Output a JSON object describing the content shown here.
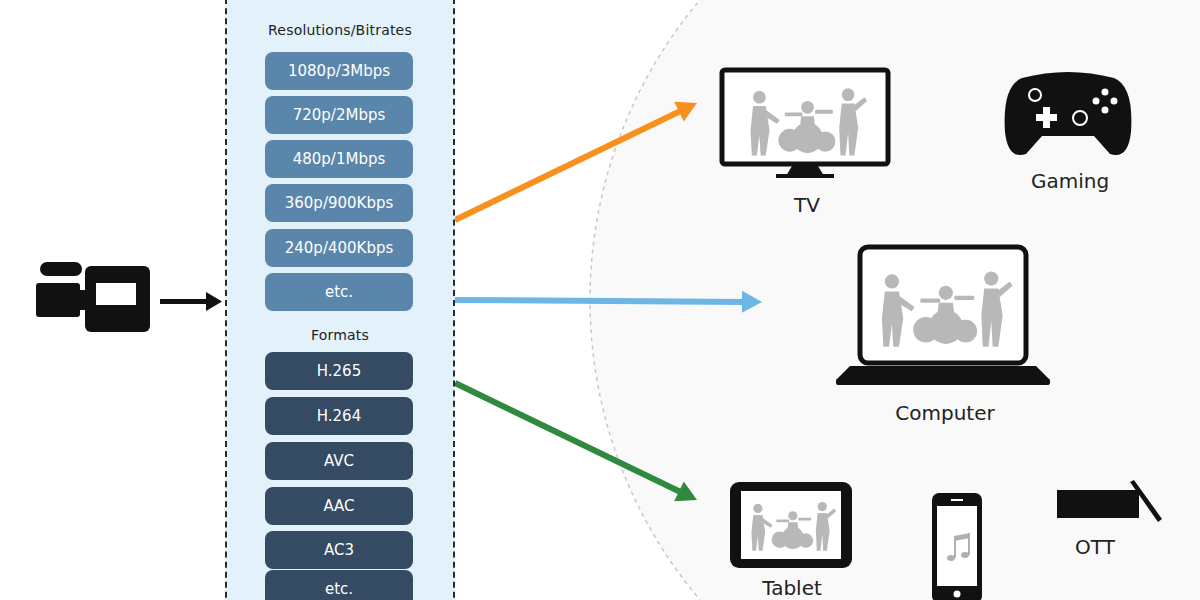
{
  "diagram": {
    "nodes": [
      {
        "text": [
          "Resolutions/Bitrates",
          "Formats"
        ]
      },
      {
        "text": [
          "1080p/3Mbps"
        ],
        "in": 0
      },
      {
        "text": [
          "720p/2Mbps"
        ],
        "in": 0
      },
      {
        "text": [
          "480p/1Mbps"
        ],
        "in": 0
      },
      {
        "text": [
          "360p/900Kbps"
        ],
        "in": 0
      },
      {
        "text": [
          "240p/400Kbps"
        ],
        "in": 0
      },
      {
        "text": [
          "etc."
        ],
        "in": 0
      },
      {
        "text": [
          "H.265"
        ],
        "in": 0
      },
      {
        "text": [
          "H.264"
        ],
        "in": 0
      },
      {
        "text": [
          "AVC"
        ],
        "in": 0
      },
      {
        "text": [
          "AAC"
        ],
        "in": 0
      },
      {
        "text": [
          "AC3"
        ],
        "in": 0
      },
      {
        "text": [
          "etc."
        ],
        "in": 0
      },
      {
        "text": [
          "TV"
        ]
      },
      {
        "text": [
          "Gaming"
        ]
      },
      {
        "text": [
          "Computer"
        ]
      },
      {
        "text": [
          "Tablet"
        ]
      },
      {
        "text": [
          "OTT"
        ]
      }
    ],
    "edges": [
      {
        "from": 0,
        "to": 13,
        "arrow": "to"
      },
      {
        "from": 0,
        "to": 15,
        "arrow": "to"
      },
      {
        "from": 0,
        "to": 16,
        "arrow": "to"
      }
    ]
  }
}
